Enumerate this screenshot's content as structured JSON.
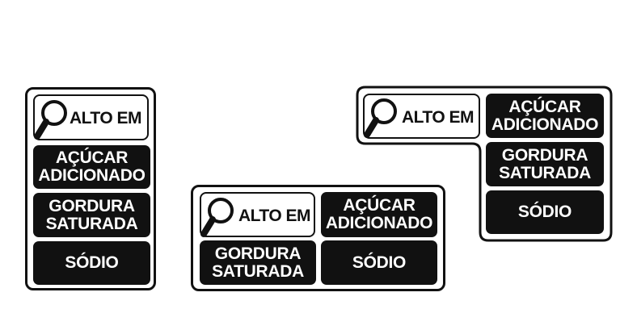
{
  "labels": {
    "high_in": "ALTO EM",
    "added_sugar": [
      "AÇÚCAR",
      "ADICIONADO"
    ],
    "saturated_fat": [
      "GORDURA",
      "SATURADA"
    ],
    "sodium": "SÓDIO"
  },
  "icons": {
    "magnifier": "magnifying-glass-icon"
  },
  "colors": {
    "ink": "#111111",
    "paper": "#ffffff"
  }
}
